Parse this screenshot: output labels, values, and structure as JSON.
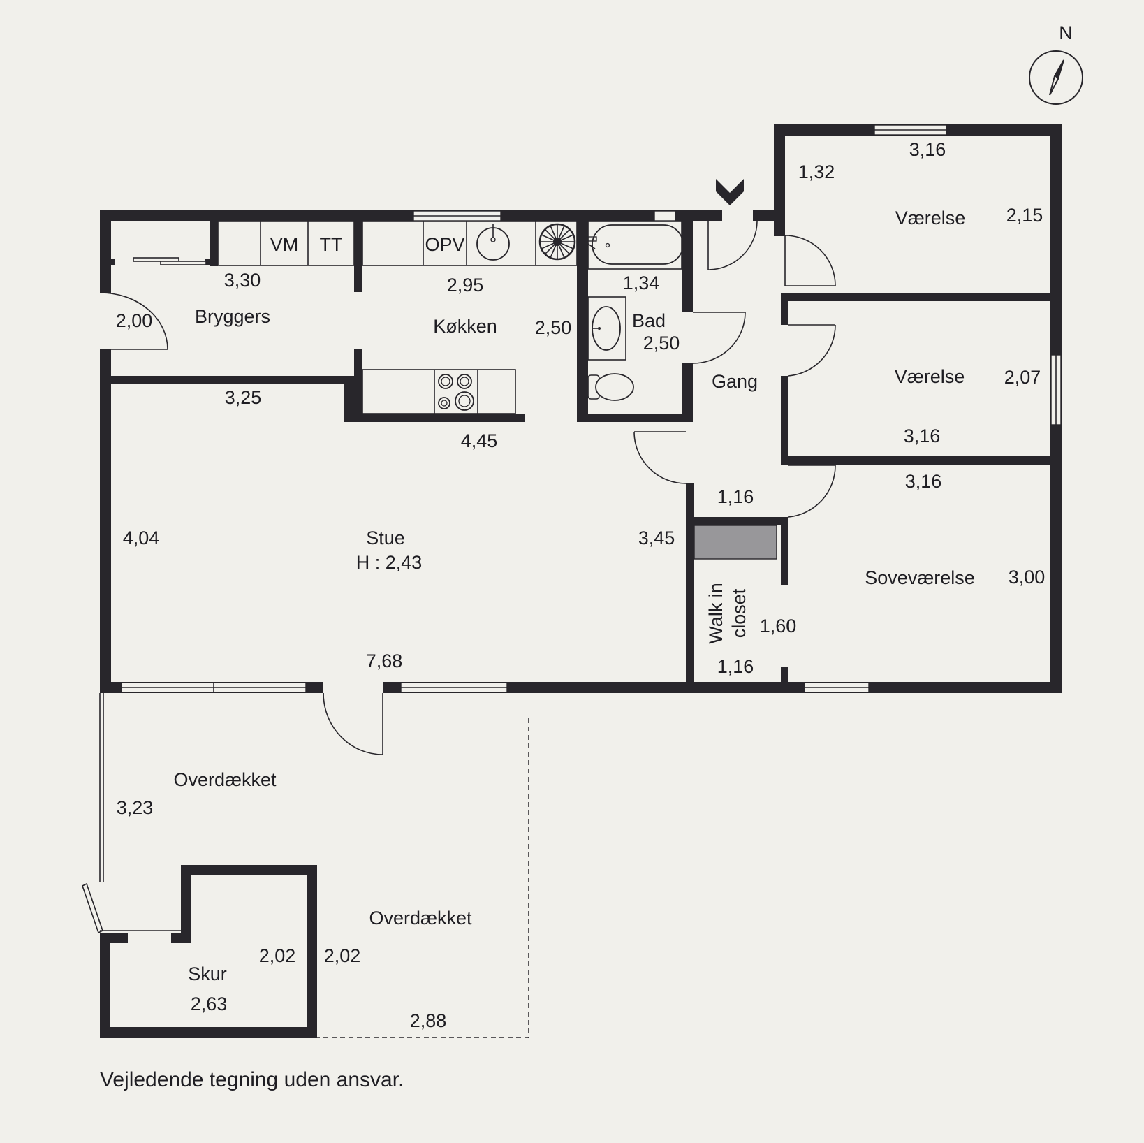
{
  "rooms": {
    "bryggers": "Bryggers",
    "koekken": "Køkken",
    "bad": "Bad",
    "gang": "Gang",
    "vaerelse1": "Værelse",
    "vaerelse2": "Værelse",
    "sovevaerelse": "Soveværelse",
    "stue": "Stue",
    "stue_height": "H : 2,43",
    "walkin_line1": "Walk in",
    "walkin_line2": "closet",
    "overdaekket1": "Overdækket",
    "overdaekket2": "Overdækket",
    "skur": "Skur"
  },
  "appliances": {
    "vm": "VM",
    "tt": "TT",
    "opv": "OPV"
  },
  "dimensions": {
    "bryggers_w": "3,30",
    "bryggers_h": "2,00",
    "bryggers_bottom": "3,25",
    "koekken_w": "2,95",
    "koekken_h": "2,50",
    "koekken_bottom": "4,45",
    "bad_w": "1,34",
    "bad_h": "2,50",
    "vaerelse1_side": "1,32",
    "vaerelse1_w": "3,16",
    "vaerelse1_h": "2,15",
    "vaerelse2_h": "2,07",
    "vaerelse2_w": "3,16",
    "sove_w": "3,16",
    "sove_h": "3,00",
    "gang_w": "1,16",
    "closet_h": "1,60",
    "closet_w": "1,16",
    "stue_left": "4,04",
    "stue_right": "3,45",
    "stue_w": "7,68",
    "overdaekket_h": "3,23",
    "skur_h": "2,02",
    "skur_w": "2,63",
    "overdaekket2_h": "2,02",
    "overdaekket2_w": "2,88"
  },
  "compass": "N",
  "disclaimer": "Vejledende tegning uden ansvar."
}
